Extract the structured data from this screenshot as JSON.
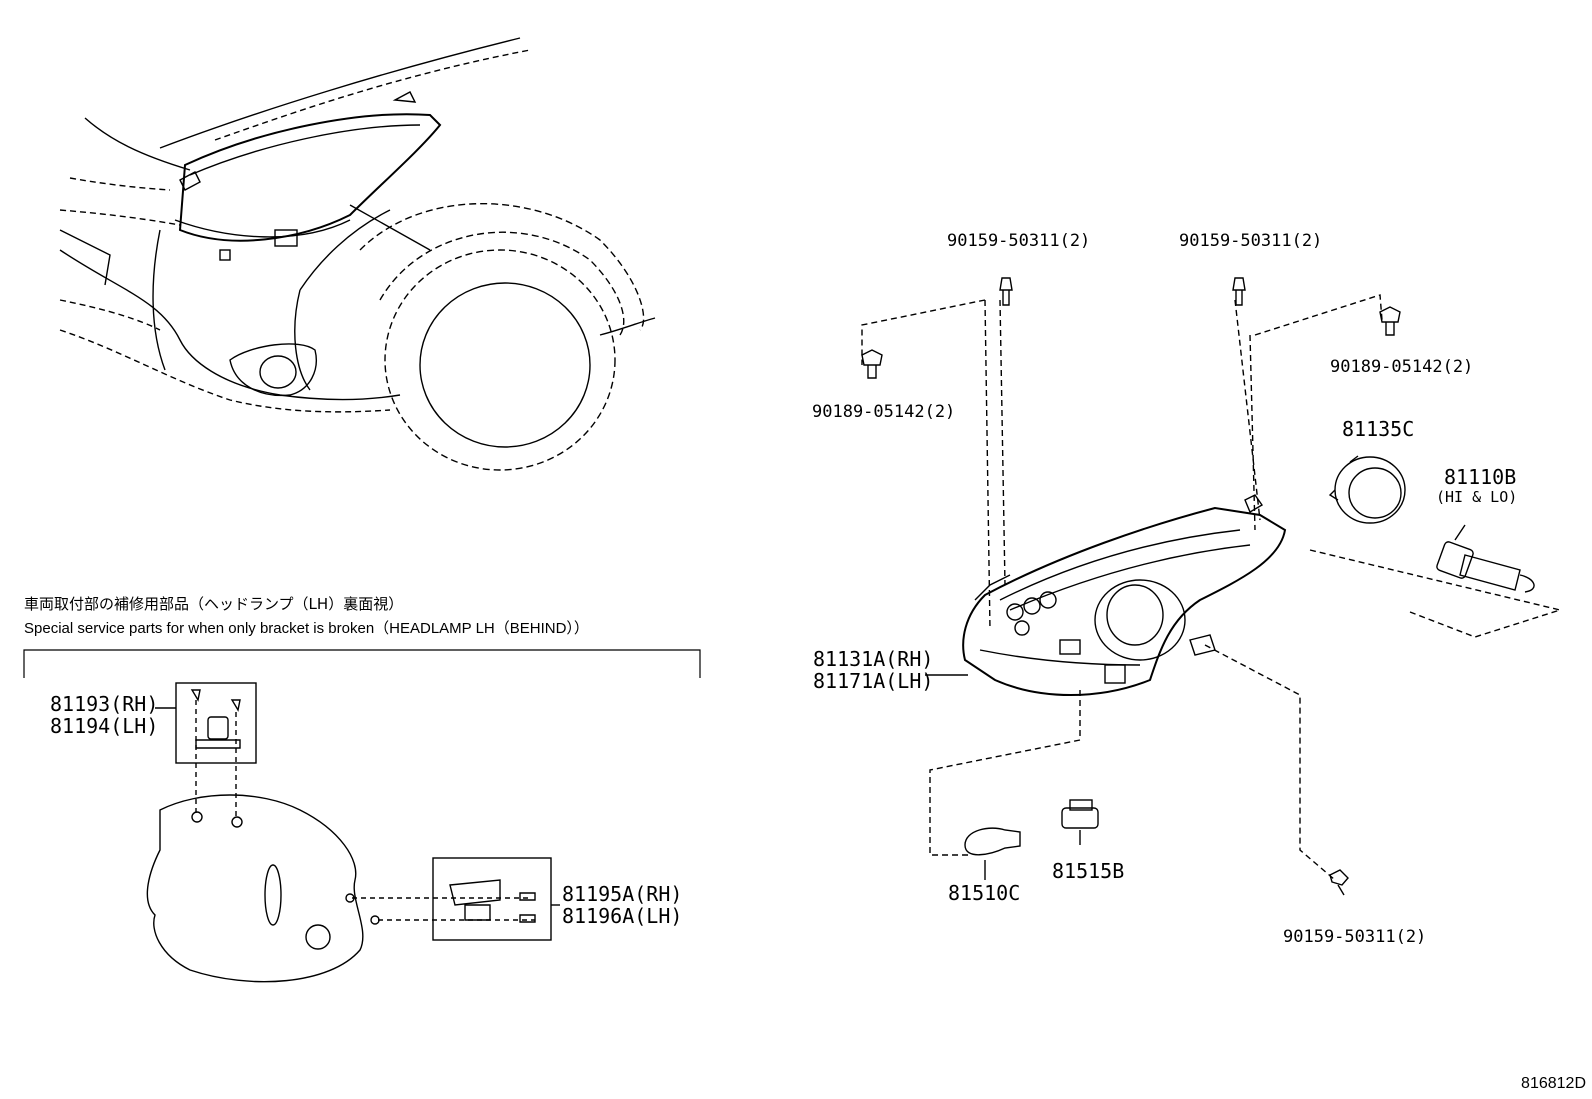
{
  "diagram": {
    "note": {
      "jp": "車両取付部の補修用部品（ヘッドランプ（LH）裏面視）",
      "en": "Special service parts for when only bracket is broken（HEADLAMP LH（BEHIND））"
    },
    "parts": {
      "screw_top_left": "90159-50311(2)",
      "screw_top_right": "90159-50311(2)",
      "clip_left": "90189-05142(2)",
      "clip_right": "90189-05142(2)",
      "socket_ring": "81135C",
      "bulb_main": "81110B",
      "bulb_main_note": "(HI & LO)",
      "headlamp_rh": "81131A(RH)",
      "headlamp_lh": "81171A(LH)",
      "bulb_small": "81510C",
      "socket_small": "81515B",
      "screw_bottom": "90159-50311(2)",
      "bracket_upper_rh": "81193(RH)",
      "bracket_upper_lh": "81194(LH)",
      "bracket_side_rh": "81195A(RH)",
      "bracket_side_lh": "81196A(LH)"
    },
    "illustration_code": "816812D"
  }
}
